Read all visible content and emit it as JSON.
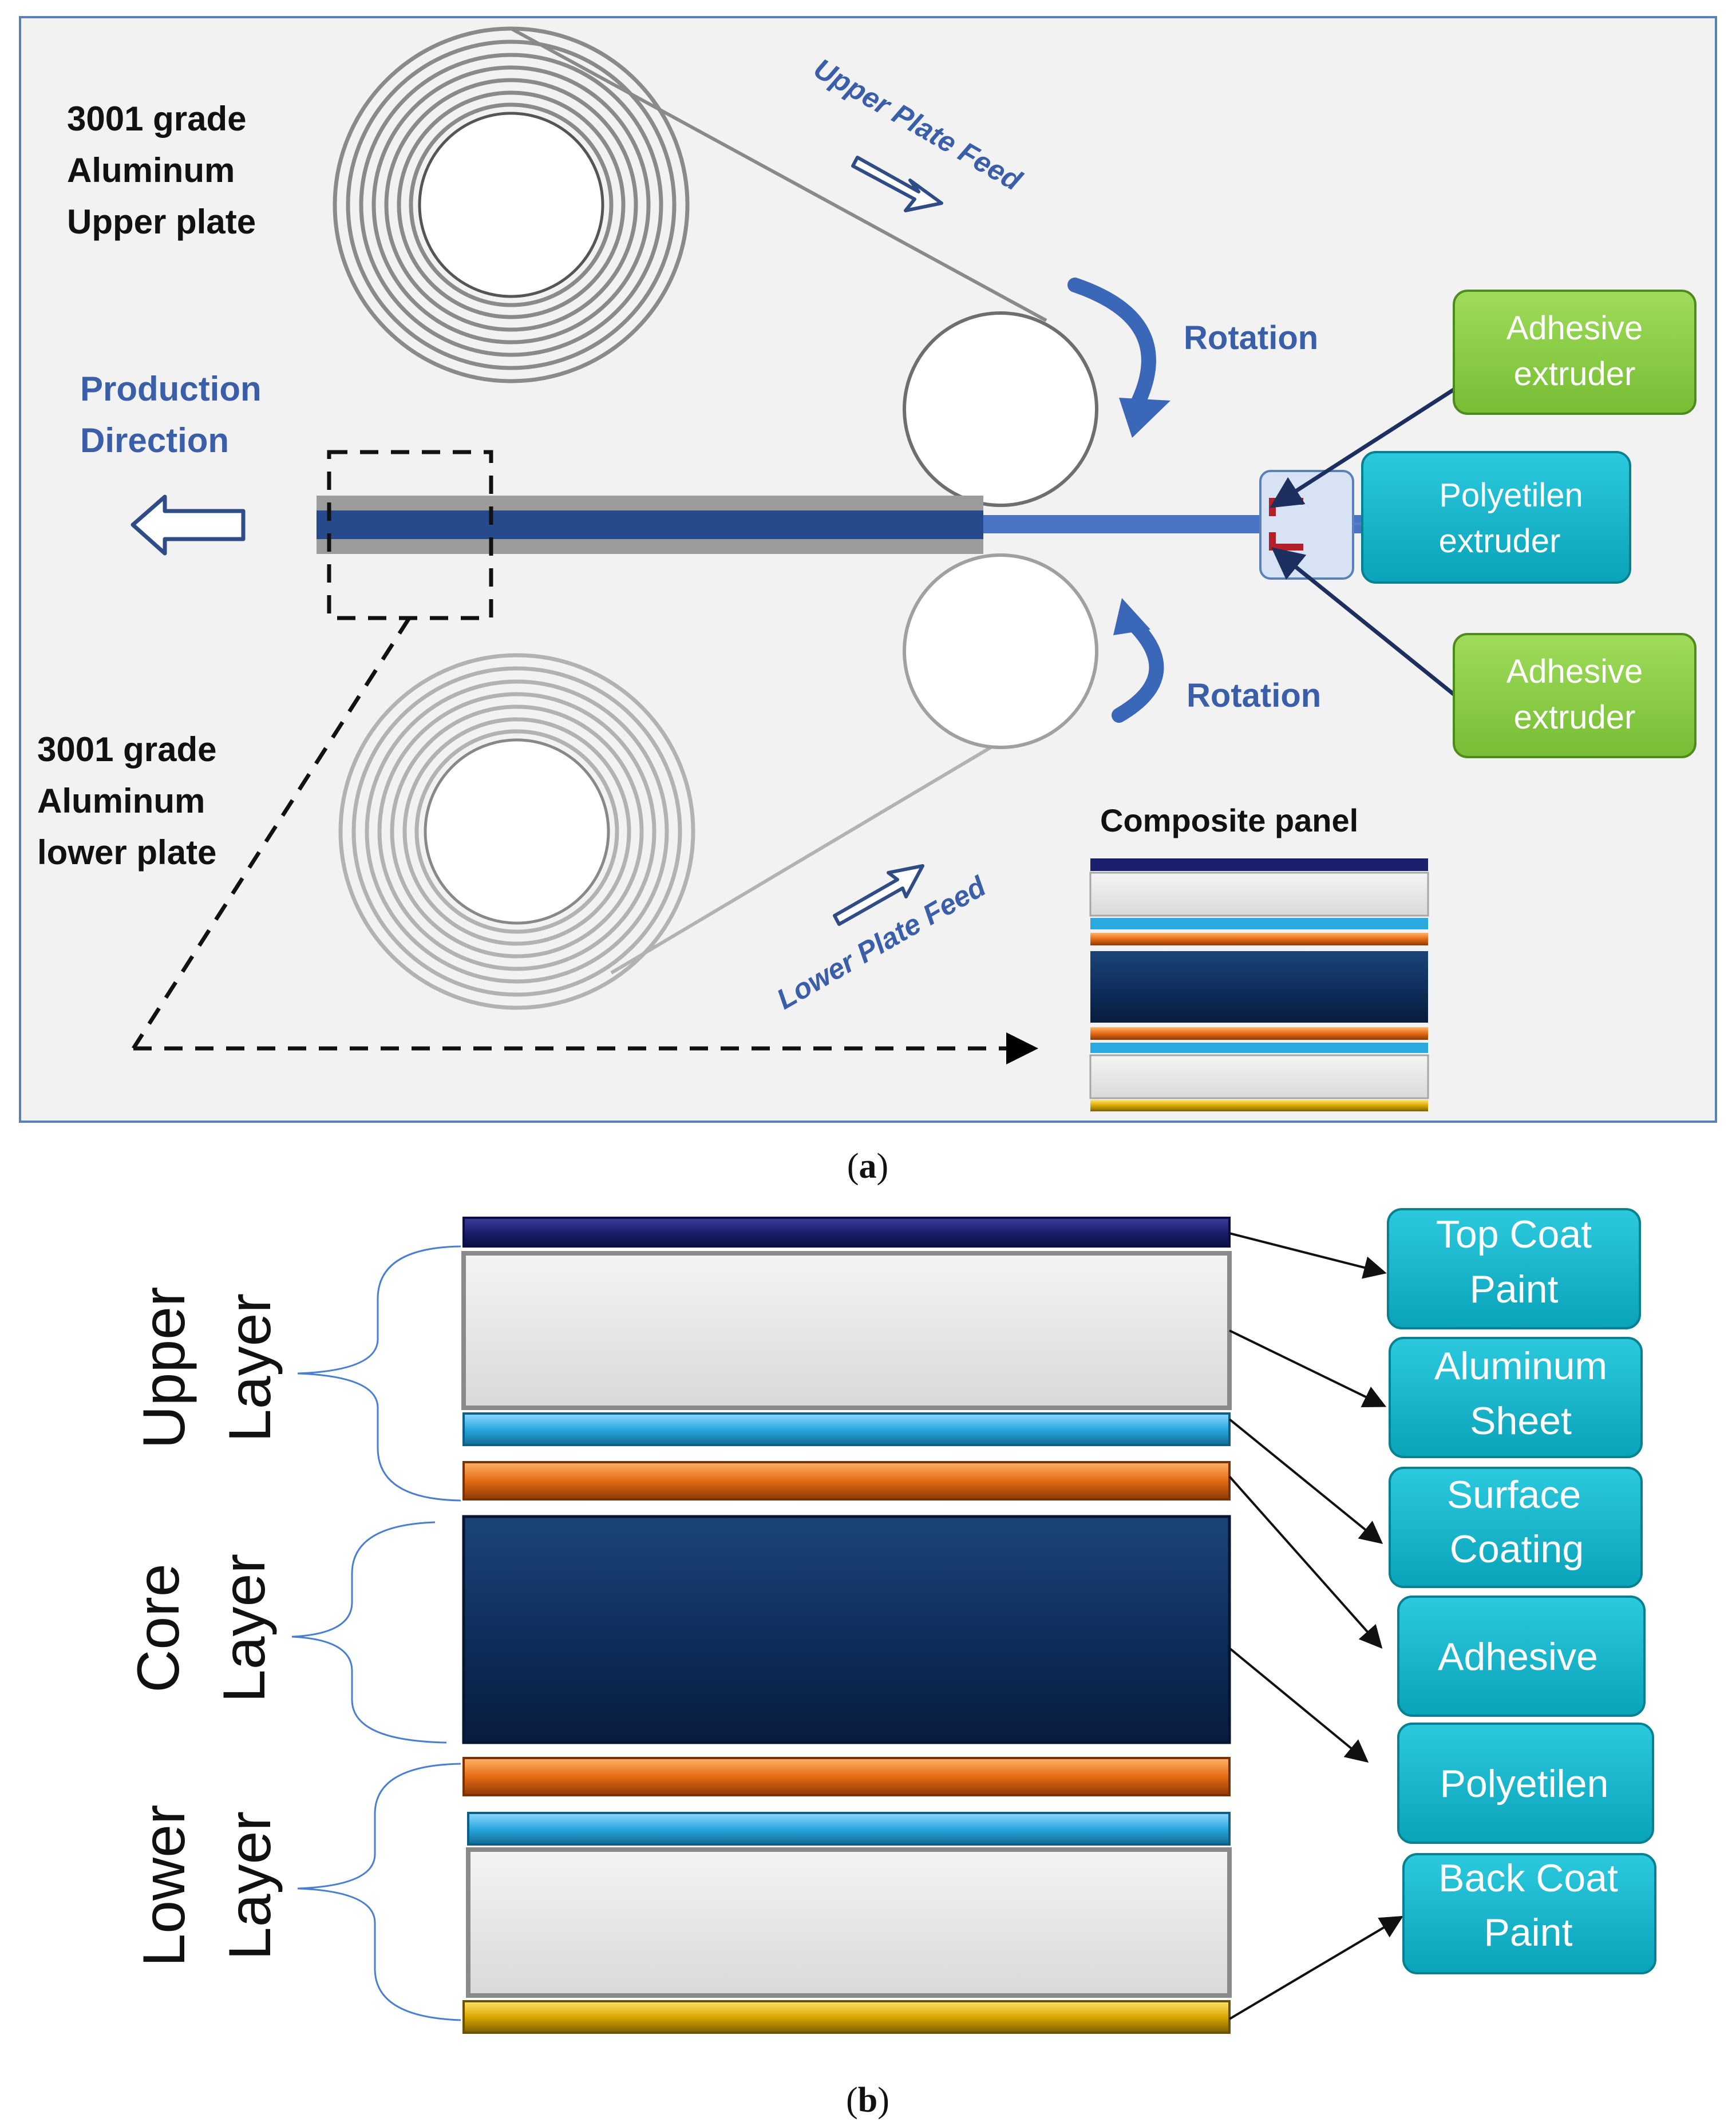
{
  "panel_a": {
    "caption_letter": "a",
    "upper_coil_label": [
      "3001 grade",
      "Aluminum",
      "Upper plate"
    ],
    "lower_coil_label": [
      "3001 grade",
      "Aluminum",
      "lower plate"
    ],
    "production_label": [
      "Production",
      "Direction"
    ],
    "upper_feed_label": "Upper Plate Feed",
    "lower_feed_label": "Lower Plate Feed",
    "rotation_top_label": "Rotation",
    "rotation_bottom_label": "Rotation",
    "adhesive_top_label": [
      "Adhesive",
      "extruder"
    ],
    "polyetilen_label": [
      "Polyetilen",
      "extruder"
    ],
    "adhesive_bottom_label": [
      "Adhesive",
      "extruder"
    ],
    "composite_label": "Composite panel"
  },
  "panel_b": {
    "caption_letter": "b",
    "upper_layer_label": [
      "Upper",
      "Layer"
    ],
    "core_layer_label": [
      "Core",
      "Layer"
    ],
    "lower_layer_label": [
      "Lower",
      "Layer"
    ],
    "callouts": [
      [
        "Top Coat",
        "Paint"
      ],
      [
        "Aluminum",
        "Sheet"
      ],
      [
        "Surface",
        "Coating"
      ],
      [
        "Adhesive"
      ],
      [
        "Polyetilen"
      ],
      [
        "Back Coat",
        "Paint"
      ]
    ]
  },
  "colors": {
    "panel_bg": "#f2f2f2",
    "panel_border": "#5a80b8",
    "text_blue": "#3a5fa8",
    "adhesive_green": "#8ed04a",
    "extruder_cyan": "#12b8cf",
    "top_coat_navy": "#1a1f6e",
    "aluminum_grey": "#e4e4e4",
    "surface_coating_blue": "#2aa8e0",
    "adhesive_orange": "#e46b14",
    "polyetilen_navy": "#0f2f5e",
    "back_coat_gold": "#d9a800"
  }
}
